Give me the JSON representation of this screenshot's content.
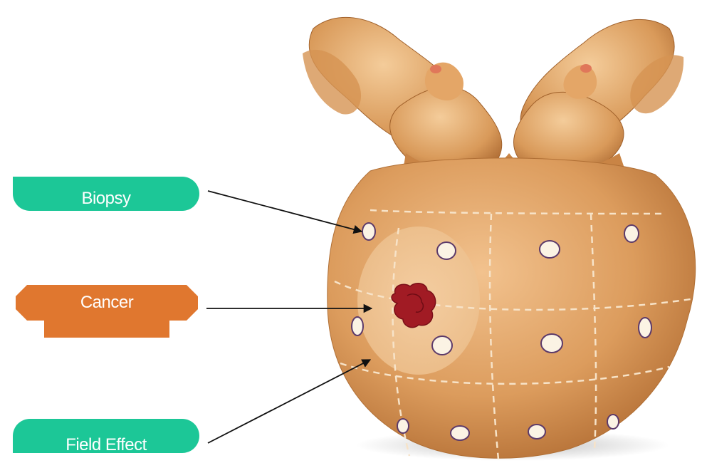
{
  "labels": {
    "biopsy": "Biopsy",
    "cancer": "Cancer",
    "field_effect": "Field Effect"
  },
  "colors": {
    "biopsy_label": "#1cc797",
    "cancer_label": "#e0772f",
    "field_effect_label": "#1cc797",
    "prostate": "#d99a5a",
    "lesion": "#9c1a22",
    "arrow": "#111111"
  },
  "icons": [
    "prostate-illustration",
    "biopsy-site-marker",
    "cancer-lesion",
    "pointer-arrow"
  ]
}
